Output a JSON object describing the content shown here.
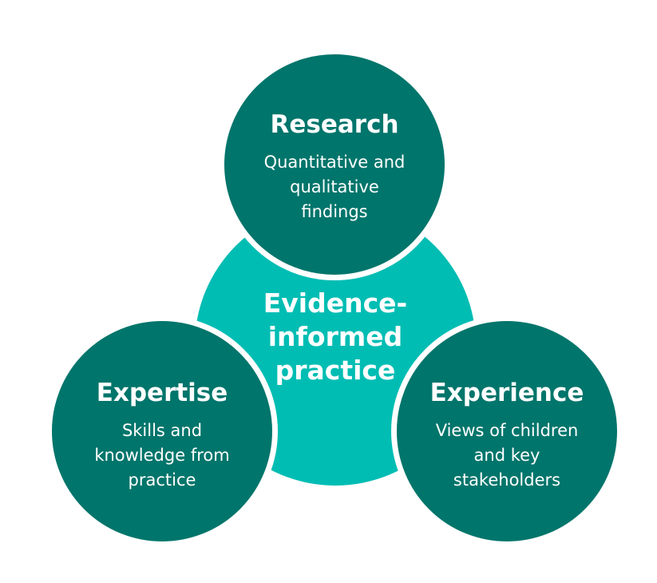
{
  "colors": {
    "outer_fill": "#00756b",
    "center_fill": "#00bdb3",
    "border": "#ffffff",
    "text": "#ffffff"
  },
  "center": {
    "title": "Evidence-informed practice"
  },
  "research": {
    "title": "Research",
    "description": "Quantitative and qualitative findings"
  },
  "expertise": {
    "title": "Expertise",
    "description": "Skills and knowledge from practice"
  },
  "experience": {
    "title": "Experience",
    "description": "Views of children and key stakeholders"
  }
}
